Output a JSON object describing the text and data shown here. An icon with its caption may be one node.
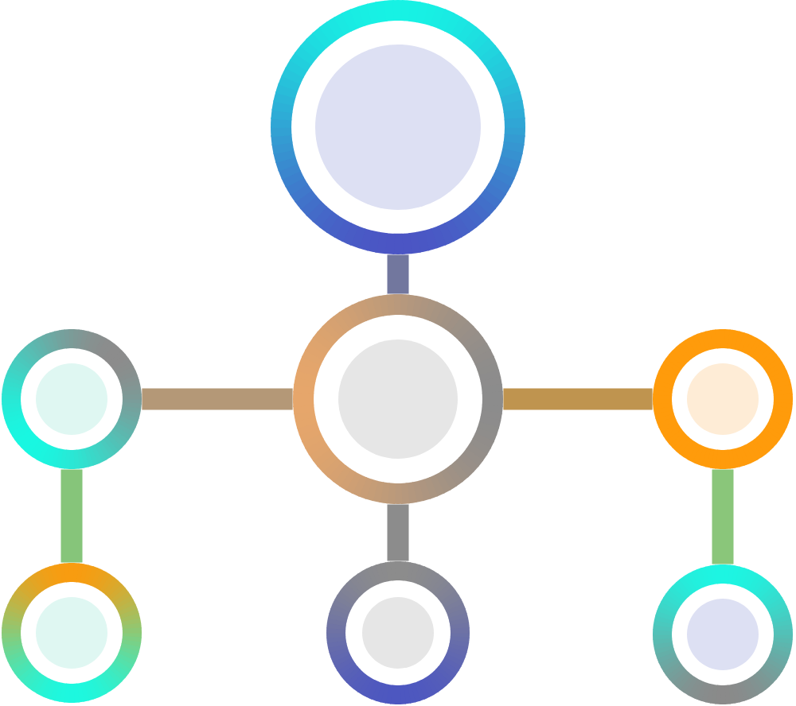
{
  "diagram": {
    "nodes": [
      {
        "text": [],
        "shape": "circle"
      },
      {
        "text": [],
        "shape": "circle"
      },
      {
        "text": [],
        "shape": "circle"
      },
      {
        "text": [],
        "shape": "circle"
      },
      {
        "text": [],
        "shape": "circle"
      },
      {
        "text": [],
        "shape": "circle"
      },
      {
        "text": [],
        "shape": "circle"
      }
    ],
    "edges": [
      {
        "from": 0,
        "to": 2,
        "arrow": "none"
      },
      {
        "from": 1,
        "to": 2,
        "arrow": "none"
      },
      {
        "from": 2,
        "to": 3,
        "arrow": "none"
      },
      {
        "from": 1,
        "to": 4,
        "arrow": "none"
      },
      {
        "from": 2,
        "to": 5,
        "arrow": "none"
      },
      {
        "from": 3,
        "to": 6,
        "arrow": "none"
      }
    ]
  }
}
